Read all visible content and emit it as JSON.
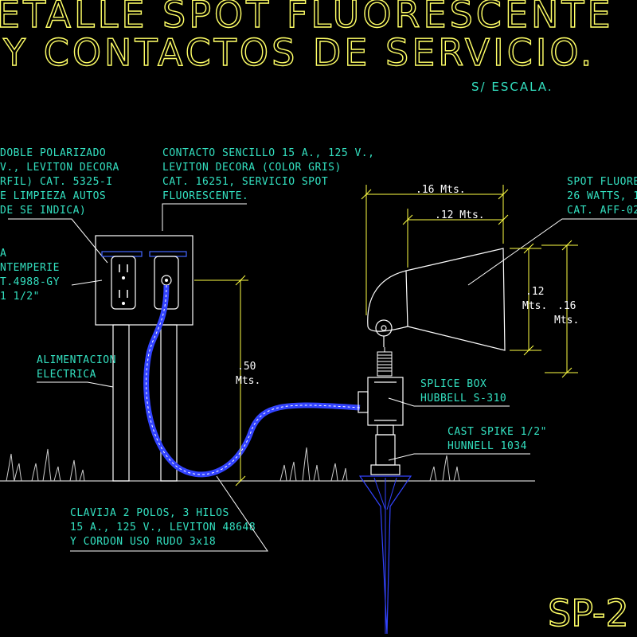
{
  "title": {
    "line1": "ETALLE SPOT FLUORESCENTE",
    "line2": "Y CONTACTOS DE SERVICIO.",
    "scale": "S/ ESCALA."
  },
  "notes": {
    "contacto_doble": [
      "DOBLE POLARIZADO",
      "V., LEVITON DECORA",
      "RFIL) CAT. 5325-I",
      "E LIMPIEZA AUTOS",
      "DE SE INDICA)"
    ],
    "contacto_sencillo": [
      "CONTACTO SENCILLO 15 A., 125 V.,",
      "LEVITON DECORA (COLOR GRIS)",
      "CAT. 16251, SERVICIO SPOT",
      "FLUORESCENTE."
    ],
    "caja_intemperie": [
      "A",
      "NTEMPERIE",
      "T.4988-GY",
      "1 1/2\""
    ],
    "alimentacion": [
      "ALIMENTACION",
      "ELECTRICA"
    ],
    "clavija": [
      "CLAVIJA 2 POLOS, 3 HILOS",
      "15 A., 125 V., LEVITON 48648",
      "Y CORDON USO RUDO 3x18"
    ],
    "spot": [
      "SPOT FLUORE",
      "26 WATTS, 1",
      "CAT. AFF-02"
    ],
    "splice_box": [
      "SPLICE BOX",
      "HUBBELL S-310"
    ],
    "cast_spike": [
      "CAST SPIKE 1/2\"",
      "HUNNELL 1034"
    ]
  },
  "dimensions": {
    "width_outer": ".16 Mts.",
    "width_inner": ".12 Mts.",
    "height_inner_value": ".12",
    "height_inner_unit": "Mts.",
    "height_outer_value": ".16",
    "height_outer_unit": "Mts.",
    "post_height_value": ".50",
    "post_height_unit": "Mts."
  },
  "sheet_id": "SP-2",
  "colors": {
    "background": "#000000",
    "title": "#ffff66",
    "note_text": "#33e0c0",
    "linework": "#ffffff",
    "dimension": "#ffff44",
    "spike": "#3344ff",
    "grass": "#cccccc"
  }
}
